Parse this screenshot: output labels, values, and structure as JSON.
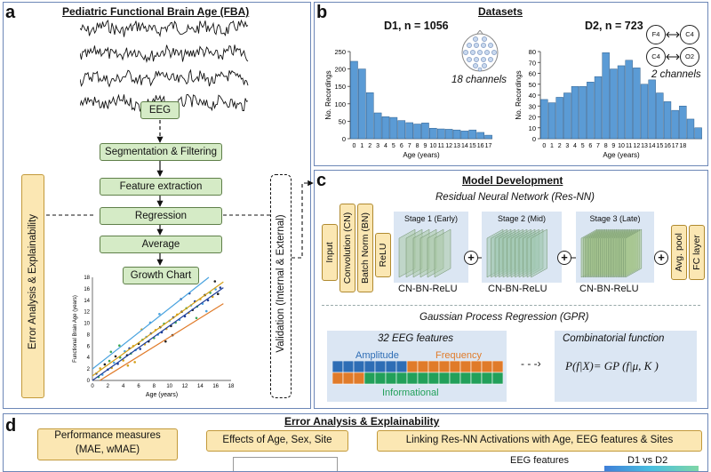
{
  "panel_a": {
    "letter": "a",
    "title": "Pediatric Functional Brain Age (FBA)",
    "steps": [
      "EEG",
      "Segmentation & Filtering",
      "Feature extraction",
      "Regression",
      "Average",
      "Growth Chart"
    ],
    "error_label": "Error Analysis & Explainability",
    "validation_label": "Validation (Internal & External)"
  },
  "panel_b": {
    "letter": "b",
    "title": "Datasets",
    "d1_label": "D1, n = 1056",
    "d2_label": "D2, n = 723",
    "d1_channels": "18 channels",
    "d2_channels": "2 channels",
    "d2_electrodes": [
      "F4",
      "C4",
      "C4",
      "O2"
    ]
  },
  "panel_c": {
    "letter": "c",
    "title": "Model Development",
    "resnn_title": "Residual Neural Network (Res-NN)",
    "input_blocks": [
      "Input",
      "Convolution (CN)",
      "Batch Norm (BN)",
      "ReLU"
    ],
    "stages": [
      "Stage 1 (Early)",
      "Stage 2 (Mid)",
      "Stage 3 (Late)"
    ],
    "stage_caption": "CN-BN-ReLU",
    "output_blocks": [
      "Avg. pool",
      "FC layer"
    ],
    "plus": "+",
    "gpr_title": "Gaussian Process Regression (GPR)",
    "features_title": "32 EEG features",
    "amplitude": "Amplitude",
    "frequency": "Frequency",
    "informational": "Informational",
    "combinatorial_title": "Combinatorial function",
    "formula": "P(f|X)= GP (f|μ, K )"
  },
  "panel_d": {
    "letter": "d",
    "title": "Error Analysis & Explainability",
    "col1": "Performance measures",
    "col1_sub": "(MAE, wMAE)",
    "col2": "Effects of Age, Sex, Site",
    "col3": "Linking Res-NN Activations with Age, EEG features & Sites",
    "eeg_features": "EEG features",
    "d1_vs_d2": "D1 vs D2"
  },
  "chart_data": [
    {
      "type": "bar",
      "title": "D1, n = 1056",
      "xlabel": "Age (years)",
      "ylabel": "No. Recordings",
      "ylim": [
        0,
        250
      ],
      "yticks": [
        0,
        50,
        100,
        150,
        200,
        250
      ],
      "categories": [
        "0",
        "1",
        "2",
        "3",
        "4",
        "5",
        "6",
        "7",
        "8",
        "9",
        "10",
        "11",
        "12",
        "13",
        "14",
        "15",
        "16",
        "17"
      ],
      "values": [
        222,
        200,
        132,
        74,
        63,
        61,
        52,
        46,
        42,
        45,
        30,
        28,
        27,
        25,
        22,
        25,
        18,
        10
      ],
      "color": "#5b9bd5"
    },
    {
      "type": "bar",
      "title": "D2, n = 723",
      "xlabel": "Age (years)",
      "ylabel": "No. Recordings",
      "ylim": [
        0,
        80
      ],
      "yticks": [
        0,
        10,
        20,
        30,
        40,
        50,
        60,
        70,
        80
      ],
      "categories": [
        "0",
        "1",
        "2",
        "3",
        "4",
        "5",
        "6",
        "7",
        "8",
        "9",
        "10",
        "11",
        "12",
        "13",
        "14",
        "15",
        "16",
        "17",
        "18"
      ],
      "values": [
        36,
        33,
        38,
        42,
        48,
        48,
        52,
        57,
        79,
        64,
        67,
        72,
        65,
        50,
        54,
        42,
        34,
        26,
        30,
        18,
        10
      ],
      "color": "#5b9bd5"
    },
    {
      "type": "scatter",
      "xlabel": "Age (years)",
      "ylabel": "Functional Brain Age (years)",
      "xlim": [
        0,
        18
      ],
      "ylim": [
        0,
        18
      ],
      "xticks": [
        0,
        2,
        4,
        6,
        8,
        10,
        12,
        14,
        16,
        18
      ],
      "yticks": [
        0,
        2,
        4,
        6,
        8,
        10,
        12,
        14,
        16,
        18
      ],
      "points": [
        [
          0.5,
          1.2
        ],
        [
          0.8,
          0.6
        ],
        [
          1.0,
          2.1
        ],
        [
          1.3,
          1.0
        ],
        [
          1.6,
          2.8
        ],
        [
          2.0,
          1.9
        ],
        [
          2.2,
          3.4
        ],
        [
          2.5,
          2.2
        ],
        [
          2.8,
          3.1
        ],
        [
          3.0,
          4.2
        ],
        [
          3.3,
          2.9
        ],
        [
          3.6,
          4.0
        ],
        [
          4.0,
          3.5
        ],
        [
          4.2,
          5.1
        ],
        [
          4.5,
          4.4
        ],
        [
          4.8,
          5.6
        ],
        [
          5.0,
          4.7
        ],
        [
          5.3,
          6.0
        ],
        [
          5.6,
          5.3
        ],
        [
          6.0,
          6.4
        ],
        [
          6.2,
          5.5
        ],
        [
          6.5,
          7.1
        ],
        [
          6.8,
          6.3
        ],
        [
          7.0,
          7.6
        ],
        [
          7.3,
          6.8
        ],
        [
          7.6,
          8.2
        ],
        [
          8.0,
          7.4
        ],
        [
          8.2,
          8.8
        ],
        [
          8.5,
          8.0
        ],
        [
          8.8,
          9.3
        ],
        [
          9.0,
          8.4
        ],
        [
          9.3,
          9.9
        ],
        [
          9.6,
          9.0
        ],
        [
          10.0,
          10.4
        ],
        [
          10.2,
          9.5
        ],
        [
          10.5,
          11.0
        ],
        [
          10.8,
          10.1
        ],
        [
          11.0,
          11.5
        ],
        [
          11.3,
          10.6
        ],
        [
          11.6,
          12.0
        ],
        [
          12.0,
          11.2
        ],
        [
          12.2,
          12.6
        ],
        [
          12.5,
          11.8
        ],
        [
          12.8,
          13.1
        ],
        [
          13.0,
          12.3
        ],
        [
          13.3,
          13.8
        ],
        [
          13.6,
          12.9
        ],
        [
          14.0,
          14.2
        ],
        [
          14.3,
          13.4
        ],
        [
          14.6,
          14.9
        ],
        [
          15.0,
          14.0
        ],
        [
          15.3,
          15.3
        ],
        [
          15.6,
          14.6
        ],
        [
          16.0,
          15.9
        ],
        [
          16.3,
          15.1
        ],
        [
          16.6,
          16.2
        ],
        [
          3.5,
          6.1
        ],
        [
          5.5,
          3.2
        ],
        [
          7.5,
          10.1
        ],
        [
          9.5,
          6.8
        ],
        [
          11.5,
          14.2
        ],
        [
          13.5,
          10.9
        ],
        [
          6.4,
          8.9
        ],
        [
          8.7,
          11.6
        ],
        [
          10.4,
          7.9
        ],
        [
          12.6,
          15.2
        ],
        [
          2.4,
          5.0
        ],
        [
          4.6,
          2.6
        ],
        [
          14.8,
          12.1
        ],
        [
          15.9,
          17.3
        ]
      ],
      "lines": [
        {
          "name": "upper",
          "color": "#4aa3df",
          "x": [
            0,
            17
          ],
          "y": [
            2,
            20
          ]
        },
        {
          "name": "mid-upper",
          "color": "#d4a017",
          "x": [
            0,
            17
          ],
          "y": [
            0.8,
            17.2
          ]
        },
        {
          "name": "mid",
          "color": "#1f3f99",
          "x": [
            0,
            17
          ],
          "y": [
            0,
            16.2
          ]
        },
        {
          "name": "lower",
          "color": "#e07b2a",
          "x": [
            0,
            17
          ],
          "y": [
            -0.8,
            13.4
          ]
        }
      ]
    }
  ]
}
